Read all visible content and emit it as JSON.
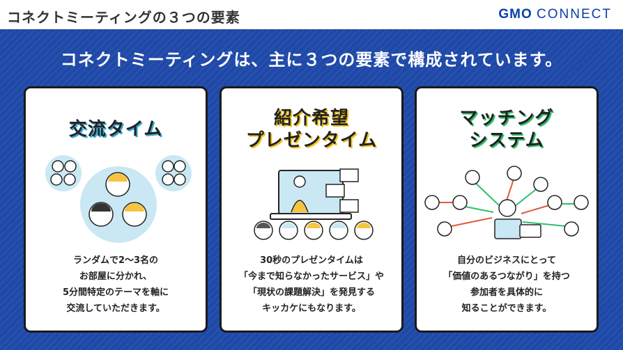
{
  "header": {
    "title": "コネクトミーティングの３つの要素",
    "logo_gmo": "GMO",
    "logo_connect": "CONNECT"
  },
  "headline": "コネクトミーティングは、主に３つの要素で構成されています。",
  "cards": [
    {
      "title_lines": [
        "交流タイム"
      ],
      "text_lines": [
        "ランダムで2～3名の",
        "お部屋に分かれ、",
        "5分間特定のテーマを軸に",
        "交流していただきます。"
      ]
    },
    {
      "title_lines": [
        "紹介希望",
        "プレゼンタイム"
      ],
      "text_lines": [
        "30秒のプレゼンタイムは",
        "「今まで知らなかったサービス」や",
        "「現状の課題解決」を発見する",
        "キッカケにもなります。"
      ]
    },
    {
      "title_lines": [
        "マッチング",
        "システム"
      ],
      "text_lines": [
        "自分のビジネスにとって",
        "「価値のあるつながり」を持つ",
        "参加者を具体的に",
        "知ることができます。"
      ]
    }
  ],
  "colors": {
    "background_blue": "#1f49a8",
    "accent_blue": "#35a8d8",
    "accent_green": "#2fbf6e",
    "accent_yellow": "#f0c419",
    "accent_red": "#e05a3a"
  },
  "icons": [
    "people-circles-illustration",
    "presenter-laptop-illustration",
    "matching-network-illustration"
  ]
}
